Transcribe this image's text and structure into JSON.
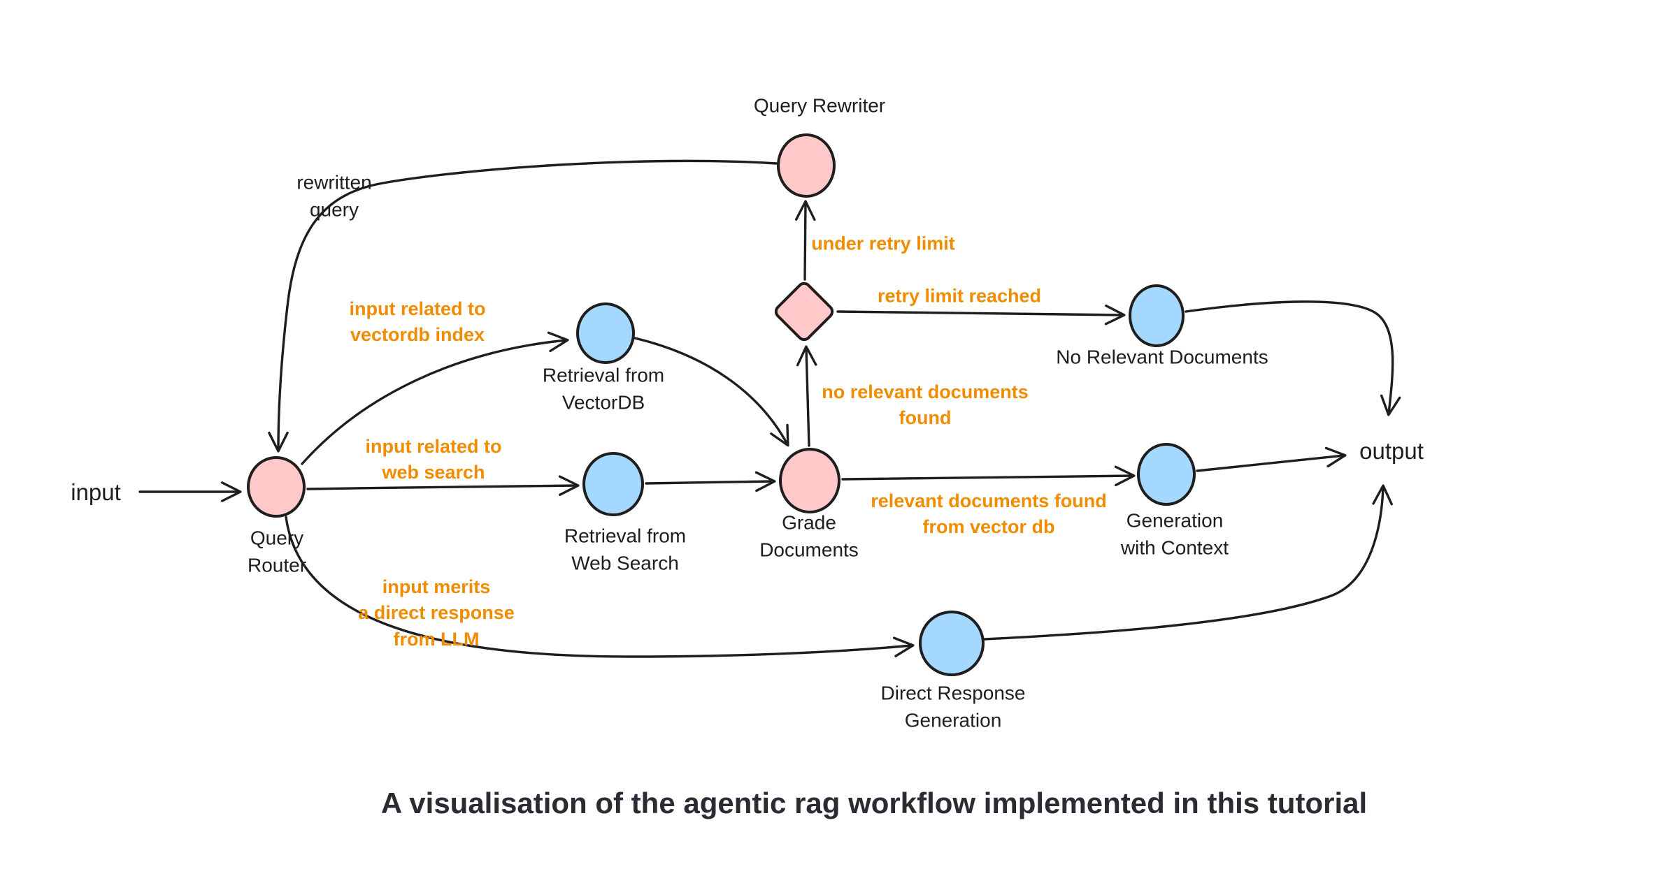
{
  "diagram": {
    "caption": "A visualisation of the agentic rag workflow implemented in this tutorial",
    "terminals": {
      "input": "input",
      "output": "output"
    },
    "nodes": {
      "query_router": {
        "label": "Query\nRouter",
        "shape": "circle",
        "fill_name": "pink"
      },
      "query_rewriter": {
        "label": "Query Rewriter",
        "shape": "circle",
        "fill_name": "pink"
      },
      "retrieval_vectordb": {
        "label": "Retrieval from\nVectorDB",
        "shape": "circle",
        "fill_name": "blue"
      },
      "retrieval_web_search": {
        "label": "Retrieval from\nWeb Search",
        "shape": "circle",
        "fill_name": "blue"
      },
      "grade_documents": {
        "label": "Grade\nDocuments",
        "shape": "circle",
        "fill_name": "pink"
      },
      "retry_check": {
        "label": "",
        "shape": "diamond",
        "fill_name": "pink"
      },
      "no_relevant_documents": {
        "label": "No Relevant Documents",
        "shape": "circle",
        "fill_name": "blue"
      },
      "generation_with_context": {
        "label": "Generation\nwith Context",
        "shape": "circle",
        "fill_name": "blue"
      },
      "direct_response_generation": {
        "label": "Direct Response\nGeneration",
        "shape": "circle",
        "fill_name": "blue"
      }
    },
    "edge_labels": {
      "rewritten_query": "rewritten\nquery",
      "under_retry_limit": "under retry limit",
      "retry_limit_reached": "retry limit reached",
      "input_related_to_vectordb": "input related to\nvectordb index",
      "input_related_to_web_search": "input related to\nweb search",
      "no_relevant_documents_found": "no relevant documents\nfound",
      "relevant_documents_found": "relevant documents found\nfrom vector db",
      "input_merits_direct_response": "input merits\na direct response\nfrom LLM"
    },
    "colors": {
      "pink_fill": "#ffc9c9",
      "blue_fill": "#a5d8ff",
      "stroke": "#1e1e1e",
      "orange_label": "#f08c00",
      "text": "#1e1e1e",
      "caption_text": "#2b2b33",
      "background": "#ffffff"
    }
  }
}
